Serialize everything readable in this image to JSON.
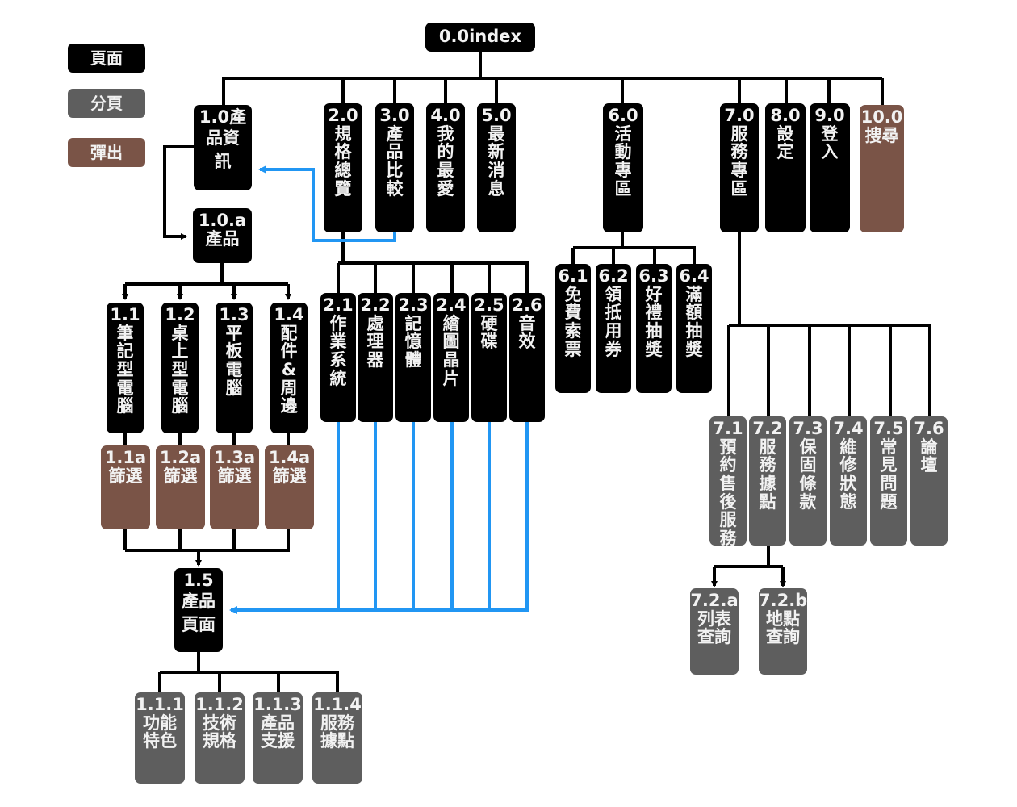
{
  "legend": [
    {
      "label": "頁面",
      "type": "page"
    },
    {
      "label": "分頁",
      "type": "subpage"
    },
    {
      "label": "彈出",
      "type": "popup"
    }
  ],
  "colors": {
    "page": "#000000",
    "subpage": "#5e5e5e",
    "popup": "#7a5447",
    "connector": "#000000",
    "link": "#2196f3"
  },
  "nodes": {
    "root": {
      "code": "0.0index",
      "text": ""
    },
    "n1_0": {
      "code": "1.0產",
      "text": "品資訊"
    },
    "n1_0a": {
      "code": "1.0.a",
      "text": "產品"
    },
    "n1_1": {
      "code": "1.1",
      "text": "筆記型電腦"
    },
    "n1_2": {
      "code": "1.2",
      "text": "桌上型電腦"
    },
    "n1_3": {
      "code": "1.3",
      "text": "平板電腦"
    },
    "n1_4": {
      "code": "1.4",
      "text": "配件&周邊"
    },
    "n1_1a": {
      "code": "1.1a",
      "text": "篩選"
    },
    "n1_2a": {
      "code": "1.2a",
      "text": "篩選"
    },
    "n1_3a": {
      "code": "1.3a",
      "text": "篩選"
    },
    "n1_4a": {
      "code": "1.4a",
      "text": "篩選"
    },
    "n1_5": {
      "code": "1.5",
      "text": "產品頁面"
    },
    "n1_1_1": {
      "code": "1.1.1",
      "text": "功能特色"
    },
    "n1_1_2": {
      "code": "1.1.2",
      "text": "技術規格"
    },
    "n1_1_3": {
      "code": "1.1.3",
      "text": "產品支援"
    },
    "n1_1_4": {
      "code": "1.1.4",
      "text": "服務據點"
    },
    "n2_0": {
      "code": "2.0",
      "text": "規格總覽"
    },
    "n3_0": {
      "code": "3.0",
      "text": "產品比較"
    },
    "n4_0": {
      "code": "4.0",
      "text": "我的最愛"
    },
    "n5_0": {
      "code": "5.0",
      "text": "最新消息"
    },
    "n2_1": {
      "code": "2.1",
      "text": "作業系統"
    },
    "n2_2": {
      "code": "2.2",
      "text": "處理器"
    },
    "n2_3": {
      "code": "2.3",
      "text": "記憶體"
    },
    "n2_4": {
      "code": "2.4",
      "text": "繪圖晶片"
    },
    "n2_5": {
      "code": "2.5",
      "text": "硬碟"
    },
    "n2_6": {
      "code": "2.6",
      "text": "音效"
    },
    "n6_0": {
      "code": "6.0",
      "text": "活動專區"
    },
    "n6_1": {
      "code": "6.1",
      "text": "免費索票"
    },
    "n6_2": {
      "code": "6.2",
      "text": "領抵用券"
    },
    "n6_3": {
      "code": "6.3",
      "text": "好禮抽獎"
    },
    "n6_4": {
      "code": "6.4",
      "text": "滿額抽獎"
    },
    "n7_0": {
      "code": "7.0",
      "text": "服務專區"
    },
    "n8_0": {
      "code": "8.0",
      "text": "設定"
    },
    "n9_0": {
      "code": "9.0",
      "text": "登入"
    },
    "n10_0": {
      "code": "10.0",
      "text": "搜尋"
    },
    "n7_1": {
      "code": "7.1",
      "text": "預約售後服務"
    },
    "n7_2": {
      "code": "7.2",
      "text": "服務據點"
    },
    "n7_3": {
      "code": "7.3",
      "text": "保固條款"
    },
    "n7_4": {
      "code": "7.4",
      "text": "維修狀態"
    },
    "n7_5": {
      "code": "7.5",
      "text": "常見問題"
    },
    "n7_6": {
      "code": "7.6",
      "text": "論壇"
    },
    "n7_2a": {
      "code": "7.2.a",
      "text": "列表查詢"
    },
    "n7_2b": {
      "code": "7.2.b",
      "text": "地點查詢"
    }
  }
}
